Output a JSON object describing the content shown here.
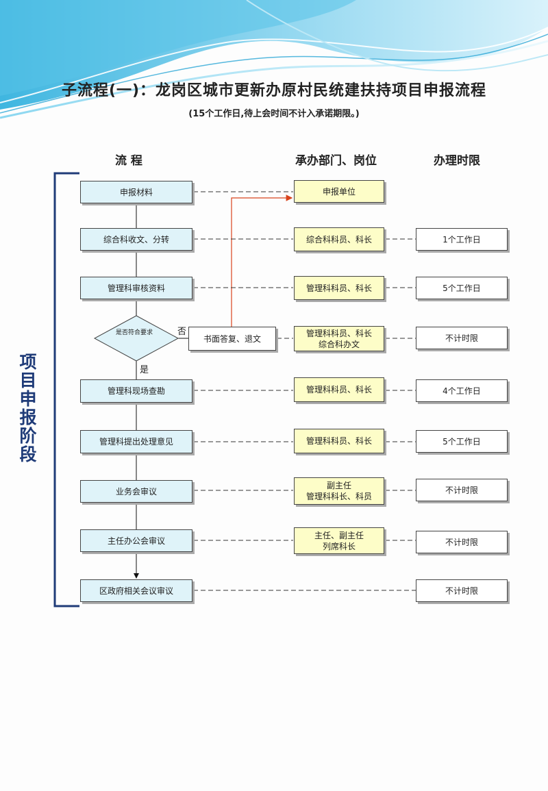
{
  "header": {
    "title": "子流程(一)：龙岗区城市更新办原村民统建扶持项目申报流程",
    "subtitle": "(15个工作日,待上会时间不计入承诺期限。)"
  },
  "columns": {
    "process": "流  程",
    "dept": "承办部门、岗位",
    "limit": "办理时限"
  },
  "stage_label": "项目申报阶段",
  "decision": {
    "text": "是否符合要求",
    "yes_label": "是",
    "no_label": "否",
    "reject_box": "书面答复、退文"
  },
  "steps": [
    {
      "process": "申报材料",
      "dept": "申报单位",
      "limit": ""
    },
    {
      "process": "综合科收文、分转",
      "dept": "综合科科员、科长",
      "limit": "1个工作日"
    },
    {
      "process": "管理科审核资料",
      "dept": "管理科科员、科长",
      "limit": "5个工作日"
    },
    {
      "process": "",
      "dept": "管理科科员、科长\n综合科办文",
      "limit": "不计时限"
    },
    {
      "process": "管理科现场查勘",
      "dept": "管理科科员、科长",
      "limit": "4个工作日"
    },
    {
      "process": "管理科提出处理意见",
      "dept": "管理科科员、科长",
      "limit": "5个工作日"
    },
    {
      "process": "业务会审议",
      "dept": "副主任\n管理科科长、科员",
      "limit": "不计时限"
    },
    {
      "process": "主任办公会审议",
      "dept": "主任、副主任\n列席科长",
      "limit": "不计时限"
    },
    {
      "process": "区政府相关会议审议",
      "dept": "",
      "limit": "不计时限"
    }
  ]
}
